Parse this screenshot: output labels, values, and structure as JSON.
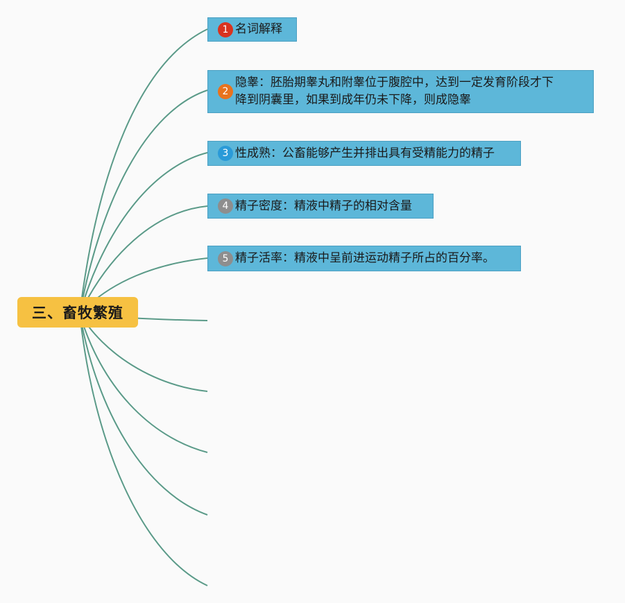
{
  "root": {
    "label": "三、畜牧繁殖",
    "color": "#f6c142"
  },
  "branch_color": "#5a9a88",
  "nodes": [
    {
      "number": "1",
      "badge_color": "#d9331f",
      "text": "名词解释"
    },
    {
      "number": "2",
      "badge_color": "#e8731e",
      "text_lines": [
        "隐睾：胚胎期睾丸和附睾位于腹腔中，达到一定发育阶段才下",
        "降到阴囊里，如果到成年仍未下降，则成隐睾"
      ]
    },
    {
      "number": "3",
      "badge_color": "#2a9ad8",
      "text": "性成熟：公畜能够产生并排出具有受精能力的精子"
    },
    {
      "number": "4",
      "badge_color": "#8e8e8e",
      "text": "精子密度：精液中精子的相对含量"
    },
    {
      "number": "5",
      "badge_color": "#8e8e8e",
      "text": "精子活率：精液中呈前进运动精子所占的百分率。"
    }
  ],
  "node_color": "#5db7d9"
}
